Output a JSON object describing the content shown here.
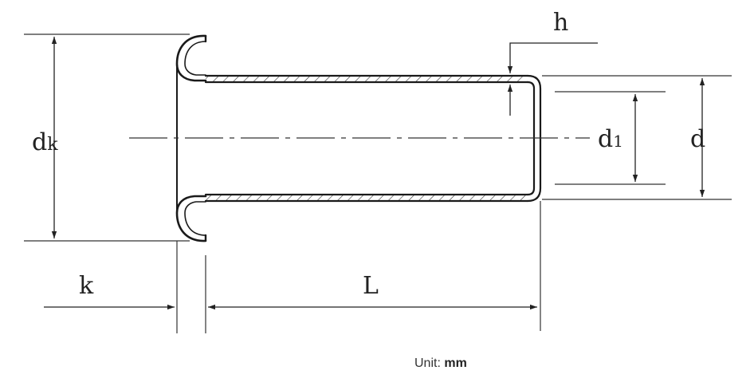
{
  "labels": {
    "dk_main": "d",
    "dk_sub": "k",
    "h": "h",
    "d1_main": "d",
    "d1_sub": "1",
    "d": "d",
    "k": "k",
    "L": "L"
  },
  "unit": {
    "label": "Unit:",
    "value": "mm"
  }
}
